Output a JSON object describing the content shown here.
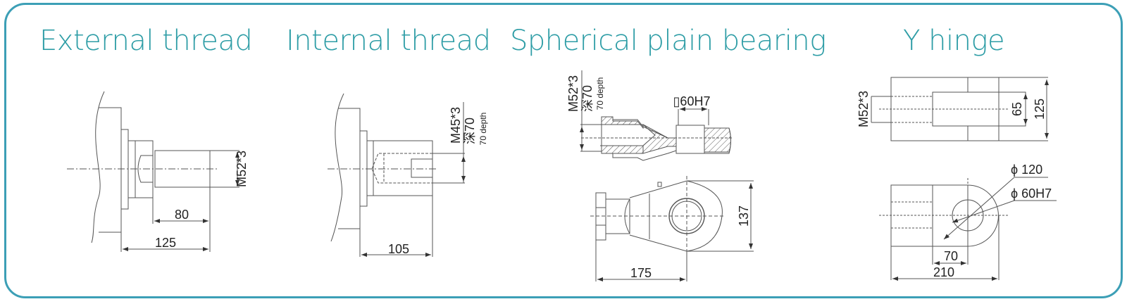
{
  "colors": {
    "border": "#3c9fb6",
    "title": "#2e9da6",
    "line": "#555555",
    "text": "#222222"
  },
  "panels": [
    {
      "title": "External thread",
      "dimensions": {
        "thread": "M52*3",
        "thread_length": "80",
        "overall_length": "125"
      }
    },
    {
      "title": "Internal thread",
      "dimensions": {
        "thread": "M45*3",
        "depth_cn": "深70",
        "depth_en": "70 depth",
        "overall_length": "105"
      }
    },
    {
      "title": "Spherical plain bearing",
      "dimensions": {
        "thread": "M52*3",
        "depth_cn": "深70",
        "depth_en": "70 depth",
        "bore": "▯60H7",
        "height": "137",
        "length": "175"
      }
    },
    {
      "title": "Y hinge",
      "dimensions": {
        "thread": "M52*3",
        "slot": "65",
        "width": "125",
        "outer_diameter": "ϕ 120",
        "pin_diameter": "ϕ 60H7",
        "pin_offset": "70",
        "overall_length": "210"
      }
    }
  ]
}
